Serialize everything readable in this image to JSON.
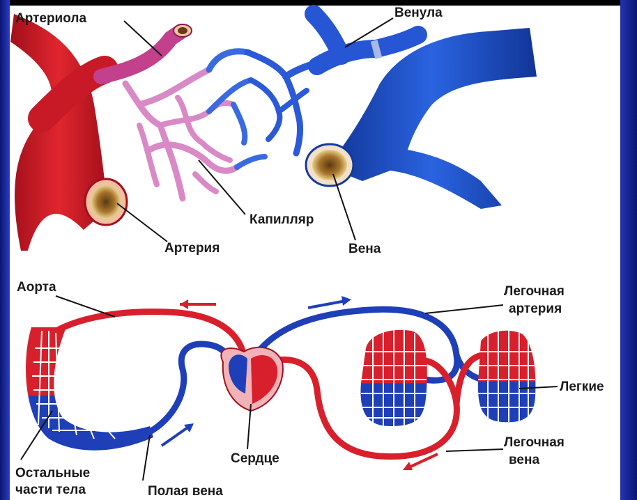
{
  "labels": {
    "arteriole": "Артериола",
    "venule": "Венула",
    "capillary": "Капилляр",
    "artery": "Артерия",
    "vein": "Вена",
    "aorta": "Аорта",
    "pulmonary_artery_1": "Легочная",
    "pulmonary_artery_2": "артерия",
    "lungs": "Легкие",
    "heart": "Сердце",
    "pulmonary_vein_1": "Легочная",
    "pulmonary_vein_2": "вена",
    "vena_cava": "Полая вена",
    "other_parts_1": "Остальные",
    "other_parts_2": "части тела"
  },
  "colors": {
    "arterial": "#d8202c",
    "arterial_dark": "#a0101c",
    "venous": "#1f4fd0",
    "venous_dark": "#123a9c",
    "capillary": "#d98ac6",
    "lumen": "#b8822e",
    "background": "#13229a"
  }
}
